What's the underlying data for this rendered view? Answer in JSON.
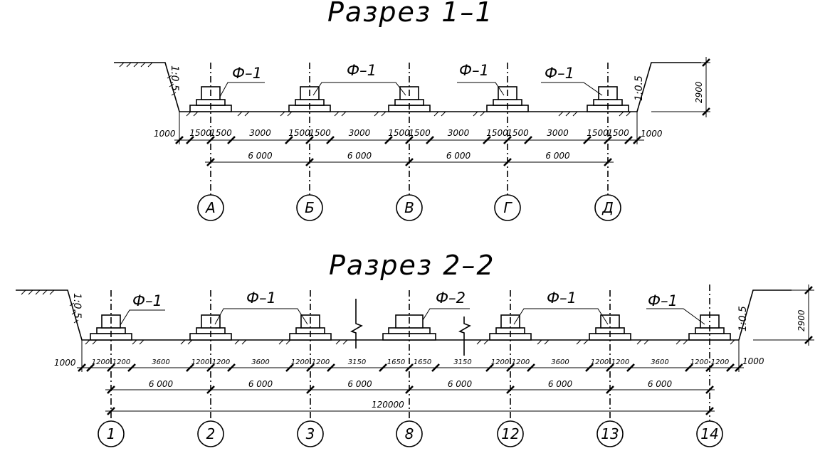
{
  "section1": {
    "title": "Разрез 1–1",
    "foundation_label": "Ф–1",
    "slope_left": "1:0.5",
    "slope_right": "1:0.5",
    "depth": "2900",
    "margin_left": "1000",
    "margin_right": "1000",
    "dims_row1": [
      "1500",
      "1500",
      "3000",
      "1500",
      "1500",
      "3000",
      "1500",
      "1500",
      "3000",
      "1500",
      "1500",
      "3000",
      "1500",
      "1500"
    ],
    "dims_row2": [
      "6 000",
      "6 000",
      "6 000",
      "6 000"
    ],
    "axes": [
      "А",
      "Б",
      "В",
      "Г",
      "Д"
    ]
  },
  "section2": {
    "title": "Разрез 2–2",
    "foundation_label_1": "Ф–1",
    "foundation_label_2": "Ф–2",
    "slope_left": "1:0.5",
    "slope_right": "1:0.5",
    "depth": "2900",
    "margin_left": "1000",
    "margin_right": "1000",
    "dims_row1": [
      "1200",
      "1200",
      "3600",
      "1200",
      "1200",
      "3600",
      "1200",
      "1200",
      "3150",
      "1650",
      "1650",
      "3150",
      "1200",
      "1200",
      "3600",
      "1200",
      "1200",
      "3600",
      "1200",
      "1200"
    ],
    "dims_row2": [
      "6 000",
      "6 000",
      "6 000",
      "6 000",
      "6 000",
      "6 000"
    ],
    "overall": "120000",
    "axes": [
      "1",
      "2",
      "3",
      "8",
      "12",
      "13",
      "14"
    ]
  }
}
